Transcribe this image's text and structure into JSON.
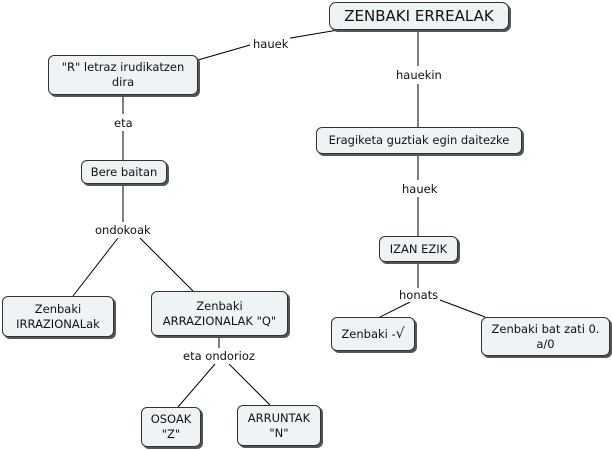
{
  "nodes": {
    "root": "ZENBAKI ERREALAK",
    "r_letraz": "\"R\" letraz irudikatzen\ndira",
    "bere_baitan": "Bere baitan",
    "irrazionalak": "Zenbaki\nIRRAZIONALak",
    "arrazionalak": "Zenbaki\nARRAZIONALAK \"Q\"",
    "osoak": "OSOAK\n\"Z\"",
    "arruntak": "ARRUNTAK\n\"N\"",
    "eragiketa": "Eragiketa guztiak egin daitezke",
    "izan_ezik": "IZAN EZIK",
    "zenbaki_sqrt_prefix": "Zenbaki -",
    "zenbaki_sqrt_symbol": "√",
    "zati_zero": "Zenbaki bat zati 0.\na/0"
  },
  "links": {
    "hauek_left": "hauek",
    "hauekin": "hauekin",
    "eta": "eta",
    "ondokoak": "ondokoak",
    "eta_ondorioz": "eta ondorioz",
    "hauek_right": "hauek",
    "honats": "honats"
  }
}
